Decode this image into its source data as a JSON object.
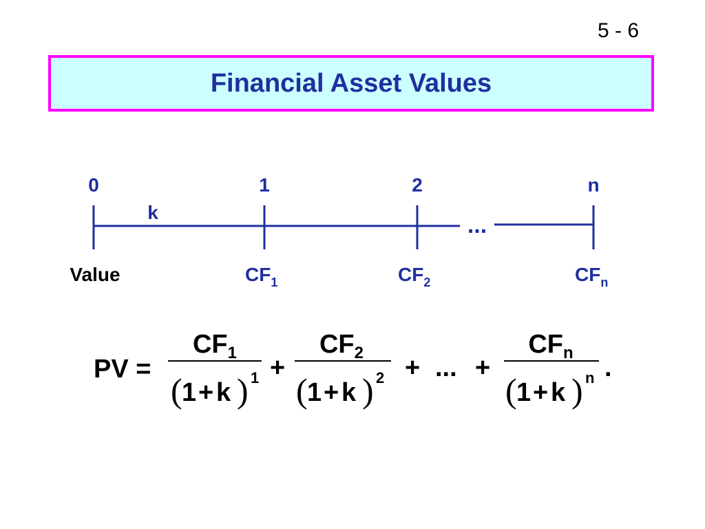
{
  "slide_number": "5 - 6",
  "title": "Financial Asset Values",
  "timeline": {
    "periods": [
      "0",
      "1",
      "2",
      "n"
    ],
    "rate_label": "k",
    "ellipsis": "...",
    "value_label": "Value",
    "cash_flows": [
      {
        "base": "CF",
        "sub": "1"
      },
      {
        "base": "CF",
        "sub": "2"
      },
      {
        "base": "CF",
        "sub": "n"
      }
    ]
  },
  "formula": {
    "lhs": "PV =",
    "plus": "+",
    "ellipsis": "...",
    "period": ".",
    "terms": [
      {
        "num_base": "CF",
        "num_sub": "1",
        "den_open": "(",
        "den_one": "1",
        "den_plus": "+",
        "den_k": "k",
        "den_close": ")",
        "exp": "1"
      },
      {
        "num_base": "CF",
        "num_sub": "2",
        "den_open": "(",
        "den_one": "1",
        "den_plus": "+",
        "den_k": "k",
        "den_close": ")",
        "exp": "2"
      },
      {
        "num_base": "CF",
        "num_sub": "n",
        "den_open": "(",
        "den_one": "1",
        "den_plus": "+",
        "den_k": "k",
        "den_close": ")",
        "exp": "n"
      }
    ]
  },
  "colors": {
    "title_text": "#1f2f9f",
    "title_bg": "#ccffff",
    "title_border": "#ff00ff",
    "timeline": "#1f2f9f"
  }
}
